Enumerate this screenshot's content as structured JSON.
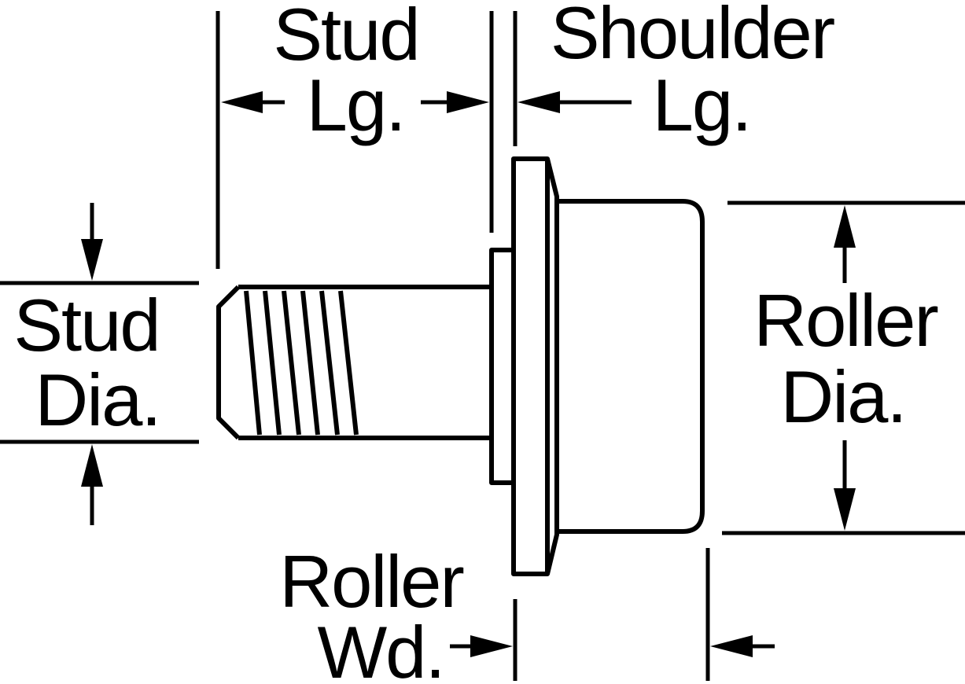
{
  "colors": {
    "ink": "#000000",
    "paper": "#ffffff"
  },
  "labels": {
    "stud_lg_line1": "Stud",
    "stud_lg_line2": "Lg.",
    "shoulder_lg_line1": "Shoulder",
    "shoulder_lg_line2": "Lg.",
    "stud_dia_line1": "Stud",
    "stud_dia_line2": "Dia.",
    "roller_dia_line1": "Roller",
    "roller_dia_line2": "Dia.",
    "roller_wd_line1": "Roller",
    "roller_wd_line2": "Wd."
  }
}
